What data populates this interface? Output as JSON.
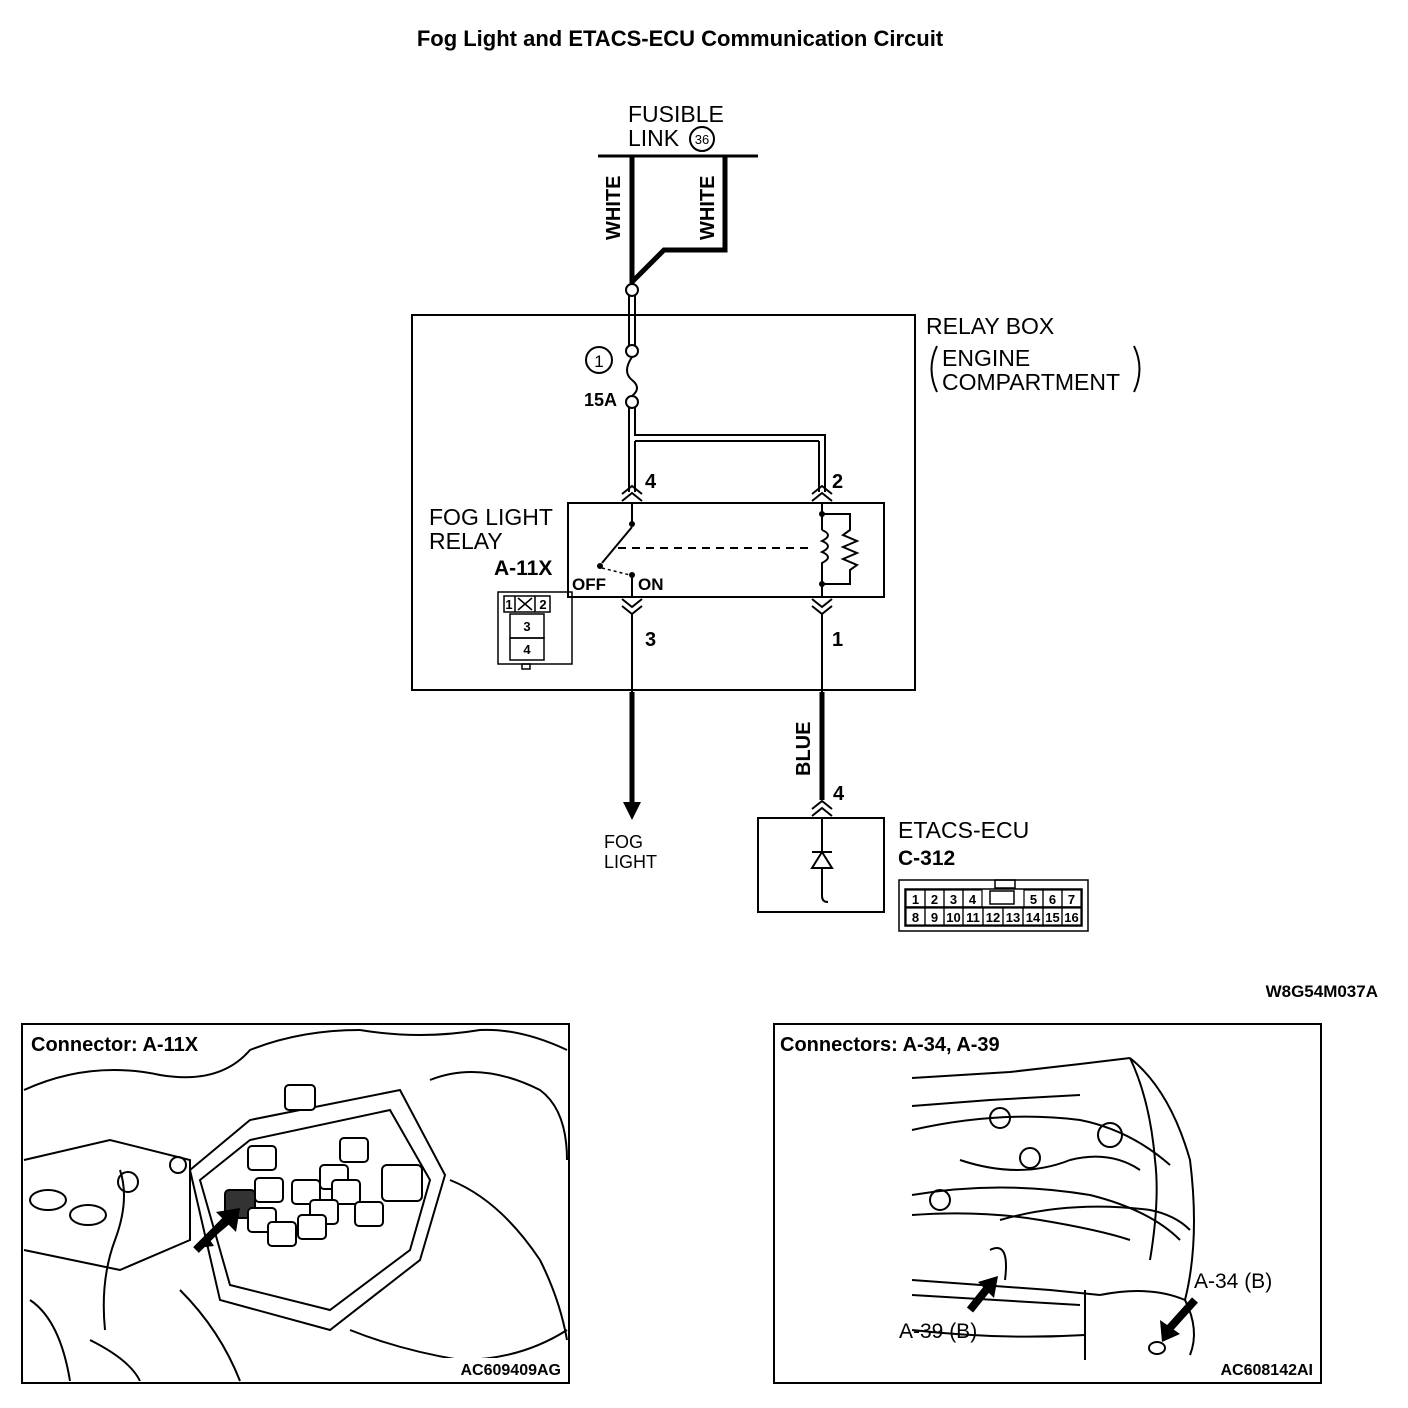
{
  "title": "Fog Light and ETACS-ECU Communication Circuit",
  "fusible_link": {
    "line1": "FUSIBLE",
    "line2": "LINK",
    "number": "36"
  },
  "wires": {
    "white_left": "WHITE",
    "white_right": "WHITE",
    "blue": "BLUE"
  },
  "relay_box": {
    "line1": "RELAY BOX",
    "line2": "ENGINE",
    "line3": "COMPARTMENT"
  },
  "fuse": {
    "number": "1",
    "rating": "15A"
  },
  "relay": {
    "line1": "FOG LIGHT",
    "line2": "RELAY",
    "connector": "A-11X",
    "off_label": "OFF",
    "on_label": "ON",
    "pins": {
      "p1": "1",
      "p2": "2",
      "p3": "3",
      "p4": "4"
    },
    "pin_chart": [
      "1",
      "2",
      "3",
      "4"
    ]
  },
  "fog_light": {
    "line1": "FOG",
    "line2": "LIGHT"
  },
  "etacs": {
    "name": "ETACS-ECU",
    "connector": "C-312",
    "pin": "4",
    "pin_row1": [
      "1",
      "2",
      "3",
      "4",
      "5",
      "6",
      "7"
    ],
    "pin_row2": [
      "8",
      "9",
      "10",
      "11",
      "12",
      "13",
      "14",
      "15",
      "16"
    ]
  },
  "diagram_code": "W8G54M037A",
  "panel_left": {
    "title": "Connector: A-11X",
    "code": "AC609409AG"
  },
  "panel_right": {
    "title": "Connectors: A-34, A-39",
    "label_a34": "A-34 (B)",
    "label_a39": "A-39 (B)",
    "code": "AC608142AI"
  }
}
